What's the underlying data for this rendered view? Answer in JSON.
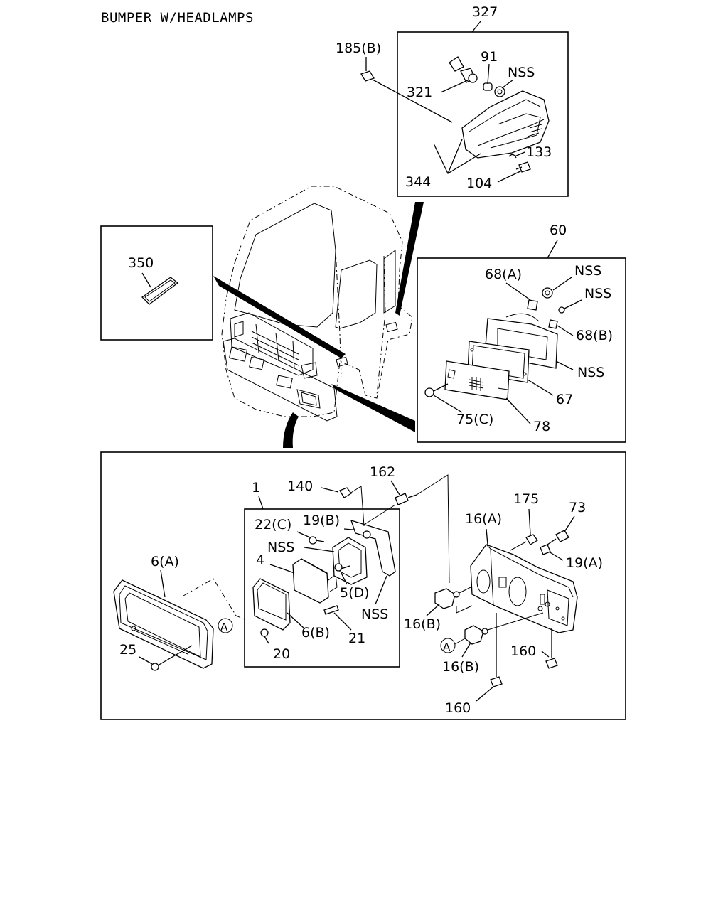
{
  "title": "BUMPER W/HEADLAMPS",
  "labels": {
    "l327": "327",
    "l185b": "185(B)",
    "l91": "91",
    "lnss1": "NSS",
    "l321": "321",
    "l133": "133",
    "l344": "344",
    "l104": "104",
    "l350": "350",
    "l60": "60",
    "l68a": "68(A)",
    "lnss2": "NSS",
    "lnss3": "NSS",
    "l68b": "68(B)",
    "lnss4": "NSS",
    "l67": "67",
    "l75c": "75(C)",
    "l78": "78",
    "l162": "162",
    "l140": "140",
    "l1": "1",
    "l175": "175",
    "l73": "73",
    "l16a": "16(A)",
    "l22c": "22(C)",
    "l19b": "19(B)",
    "lnss5": "NSS",
    "l19a": "19(A)",
    "l4": "4",
    "l6a": "6(A)",
    "l5d": "5(D)",
    "lnss6": "NSS",
    "l16b1": "16(B)",
    "l6b": "6(B)",
    "l21": "21",
    "l25": "25",
    "l20": "20",
    "l160a": "160",
    "l16b2": "16(B)",
    "l160b": "160",
    "refA1": "A",
    "refA2": "A"
  }
}
